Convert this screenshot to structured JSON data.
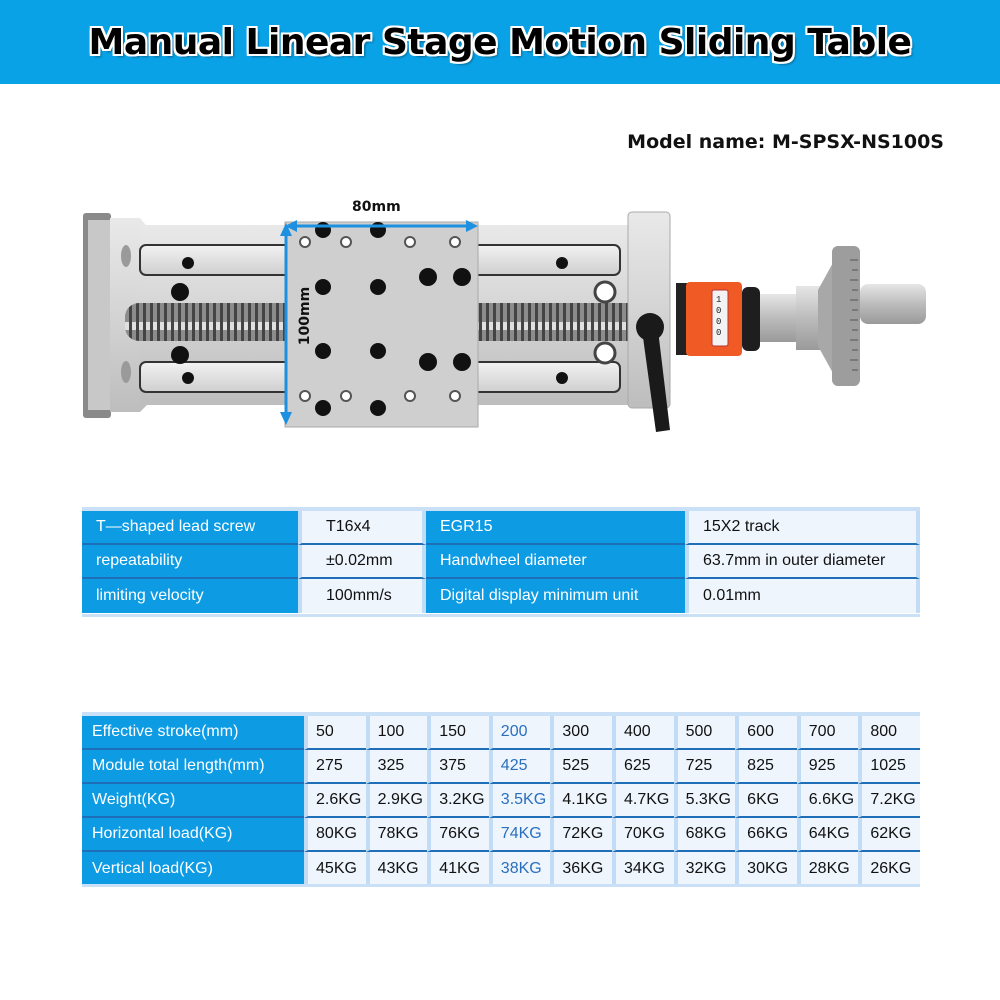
{
  "header": {
    "title": "Manual Linear Stage Motion Sliding Table",
    "banner_color": "#0aa2e6"
  },
  "model": {
    "text": "Model name: M-SPSX-NS100S"
  },
  "product_image": {
    "description": "Manual linear stage with T-shaped lead screw, carriage plate, locking lever, orange digital counter and graduated handwheel",
    "dimensions": {
      "width_label": "80mm",
      "height_label": "100mm"
    },
    "accent_color": "#1e90e0",
    "counter_color": "#f05a24"
  },
  "spec_table": {
    "rows": [
      {
        "label1": "T—shaped lead screw",
        "value1": "T16x4",
        "label2": "EGR15",
        "value2": "15X2 track"
      },
      {
        "label1": "repeatability",
        "value1": "±0.02mm",
        "label2": "Handwheel diameter",
        "value2": "63.7mm in outer diameter"
      },
      {
        "label1": "limiting velocity",
        "value1": "100mm/s",
        "label2": "Digital display minimum unit",
        "value2": "0.01mm"
      }
    ]
  },
  "stroke_table": {
    "highlight_column_index": 3,
    "rows": [
      {
        "label": "Effective stroke(mm)",
        "values": [
          "50",
          "100",
          "150",
          "200",
          "300",
          "400",
          "500",
          "600",
          "700",
          "800"
        ]
      },
      {
        "label": "Module total length(mm)",
        "values": [
          "275",
          "325",
          "375",
          "425",
          "525",
          "625",
          "725",
          "825",
          "925",
          "1025"
        ]
      },
      {
        "label": "Weight(KG)",
        "values": [
          "2.6KG",
          "2.9KG",
          "3.2KG",
          "3.5KG",
          "4.1KG",
          "4.7KG",
          "5.3KG",
          "6KG",
          "6.6KG",
          "7.2KG"
        ]
      },
      {
        "label": "Horizontal load(KG)",
        "values": [
          "80KG",
          "78KG",
          "76KG",
          "74KG",
          "72KG",
          "70KG",
          "68KG",
          "66KG",
          "64KG",
          "62KG"
        ]
      },
      {
        "label": "Vertical load(KG)",
        "values": [
          "45KG",
          "43KG",
          "41KG",
          "38KG",
          "36KG",
          "34KG",
          "32KG",
          "30KG",
          "28KG",
          "26KG"
        ]
      }
    ]
  }
}
